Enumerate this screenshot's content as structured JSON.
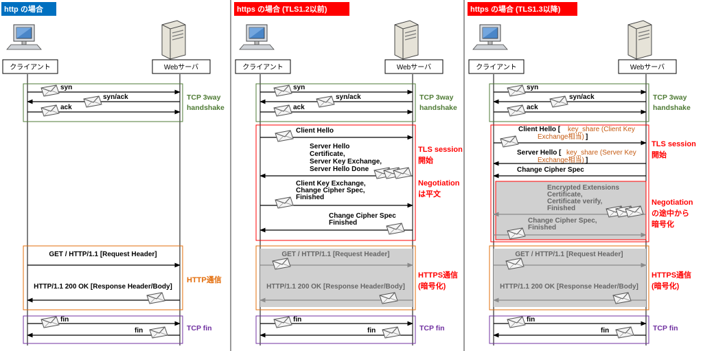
{
  "panels": [
    {
      "title": "http の場合",
      "client_label": "クライアント",
      "server_label": "Webサーバ",
      "tcp_handshake": {
        "messages": [
          "syn",
          "syn/ack",
          "ack"
        ],
        "label_line1": "TCP 3way",
        "label_line2": "handshake"
      },
      "data_transfer": {
        "request": "GET / HTTP/1.1 [Request Header]",
        "response": "HTTP/1.1 200 OK [Response Header/Body]",
        "label": "HTTP通信"
      },
      "tcp_fin": {
        "messages": [
          "fin",
          "fin"
        ],
        "label": "TCP fin"
      }
    },
    {
      "title": "https の場合 (TLS1.2以前)",
      "client_label": "クライアント",
      "server_label": "Webサーバ",
      "tcp_handshake": {
        "messages": [
          "syn",
          "syn/ack",
          "ack"
        ],
        "label_line1": "TCP 3way",
        "label_line2": "handshake"
      },
      "tls": {
        "client_hello": "Client Hello",
        "server_hello_lines": [
          "Server Hello",
          "Certificate,",
          "Server Key Exchange,",
          "Server Hello Done"
        ],
        "client_key_lines": [
          "Client Key Exchange,",
          "Change Cipher Spec,",
          "Finished"
        ],
        "change_cipher_lines": [
          "Change Cipher Spec",
          "Finished"
        ],
        "label_session_line1": "TLS session",
        "label_session_line2": "開始",
        "label_nego_line1": "Negotiation",
        "label_nego_line2": "は平文"
      },
      "data_transfer": {
        "request": "GET / HTTP/1.1 [Request Header]",
        "response": "HTTP/1.1 200 OK [Response Header/Body]",
        "label_line1": "HTTPS通信",
        "label_line2": "(暗号化)"
      },
      "tcp_fin": {
        "messages": [
          "fin",
          "fin"
        ],
        "label": "TCP fin"
      }
    },
    {
      "title": "https の場合 (TLS1.3以降)",
      "client_label": "クライアント",
      "server_label": "Webサーバ",
      "tcp_handshake": {
        "messages": [
          "syn",
          "syn/ack",
          "ack"
        ],
        "label_line1": "TCP 3way",
        "label_line2": "handshake"
      },
      "tls": {
        "client_hello_prefix": "Client Hello [",
        "client_hello_key_line1": "key_share (Client Key",
        "client_hello_key_line2": "Exchange相当)",
        "server_hello_prefix": "Server Hello [",
        "server_hello_key_line1": "key_share (Server Key",
        "server_hello_key_line2": "Exchange相当)",
        "bracket_close": "]",
        "change_cipher": "Change Cipher Spec",
        "encrypted_lines": [
          "Encrypted Extensions",
          "Certificate,",
          "Certificate verify,",
          "Finished"
        ],
        "client_change_lines": [
          "Change Cipher Spec,",
          "Finished"
        ],
        "label_session_line1": "TLS session",
        "label_session_line2": "開始",
        "label_nego_line1": "Negotiation",
        "label_nego_line2": "の途中から",
        "label_nego_line3": "暗号化"
      },
      "data_transfer": {
        "request": "GET / HTTP/1.1 [Request Header]",
        "response": "HTTP/1.1 200 OK [Response Header/Body]",
        "label_line1": "HTTPS通信",
        "label_line2": "(暗号化)"
      },
      "tcp_fin": {
        "messages": [
          "fin",
          "fin"
        ],
        "label": "TCP fin"
      }
    }
  ],
  "colors": {
    "http_title_bg": "#0070C0",
    "https_title_bg": "#FF0000",
    "tcp_green": "#4E7A34",
    "tls_red": "#FF0000",
    "http_orange": "#E36C09",
    "fin_purple": "#7030A0",
    "key_share_orange": "#C55A11",
    "encrypted_gray": "#808080",
    "encrypted_fill": "#D0D0D0"
  },
  "icons": [
    "client-computer-icon",
    "web-server-icon",
    "envelope-icon"
  ]
}
